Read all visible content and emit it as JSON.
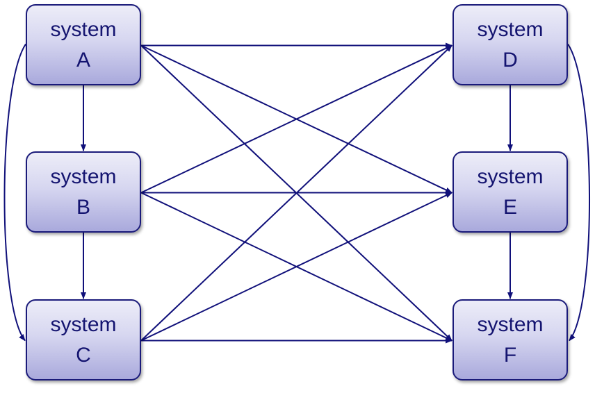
{
  "diagram": {
    "colors": {
      "edge": "#10107a",
      "node_border": "#1a1a7a",
      "node_text": "#141470",
      "node_gradient_top": "#ededf8",
      "node_gradient_bottom": "#a9a9dc"
    },
    "nodes": {
      "a": {
        "line1": "system",
        "line2": "A"
      },
      "b": {
        "line1": "system",
        "line2": "B"
      },
      "c": {
        "line1": "system",
        "line2": "C"
      },
      "d": {
        "line1": "system",
        "line2": "D"
      },
      "e": {
        "line1": "system",
        "line2": "E"
      },
      "f": {
        "line1": "system",
        "line2": "F"
      }
    },
    "edges": [
      {
        "from": "A",
        "to": "B"
      },
      {
        "from": "B",
        "to": "C"
      },
      {
        "from": "A",
        "to": "C"
      },
      {
        "from": "D",
        "to": "E"
      },
      {
        "from": "E",
        "to": "F"
      },
      {
        "from": "D",
        "to": "F"
      },
      {
        "from": "A",
        "to": "D"
      },
      {
        "from": "A",
        "to": "E"
      },
      {
        "from": "A",
        "to": "F"
      },
      {
        "from": "B",
        "to": "D"
      },
      {
        "from": "B",
        "to": "E"
      },
      {
        "from": "B",
        "to": "F"
      },
      {
        "from": "C",
        "to": "D"
      },
      {
        "from": "C",
        "to": "E"
      },
      {
        "from": "C",
        "to": "F"
      }
    ]
  }
}
